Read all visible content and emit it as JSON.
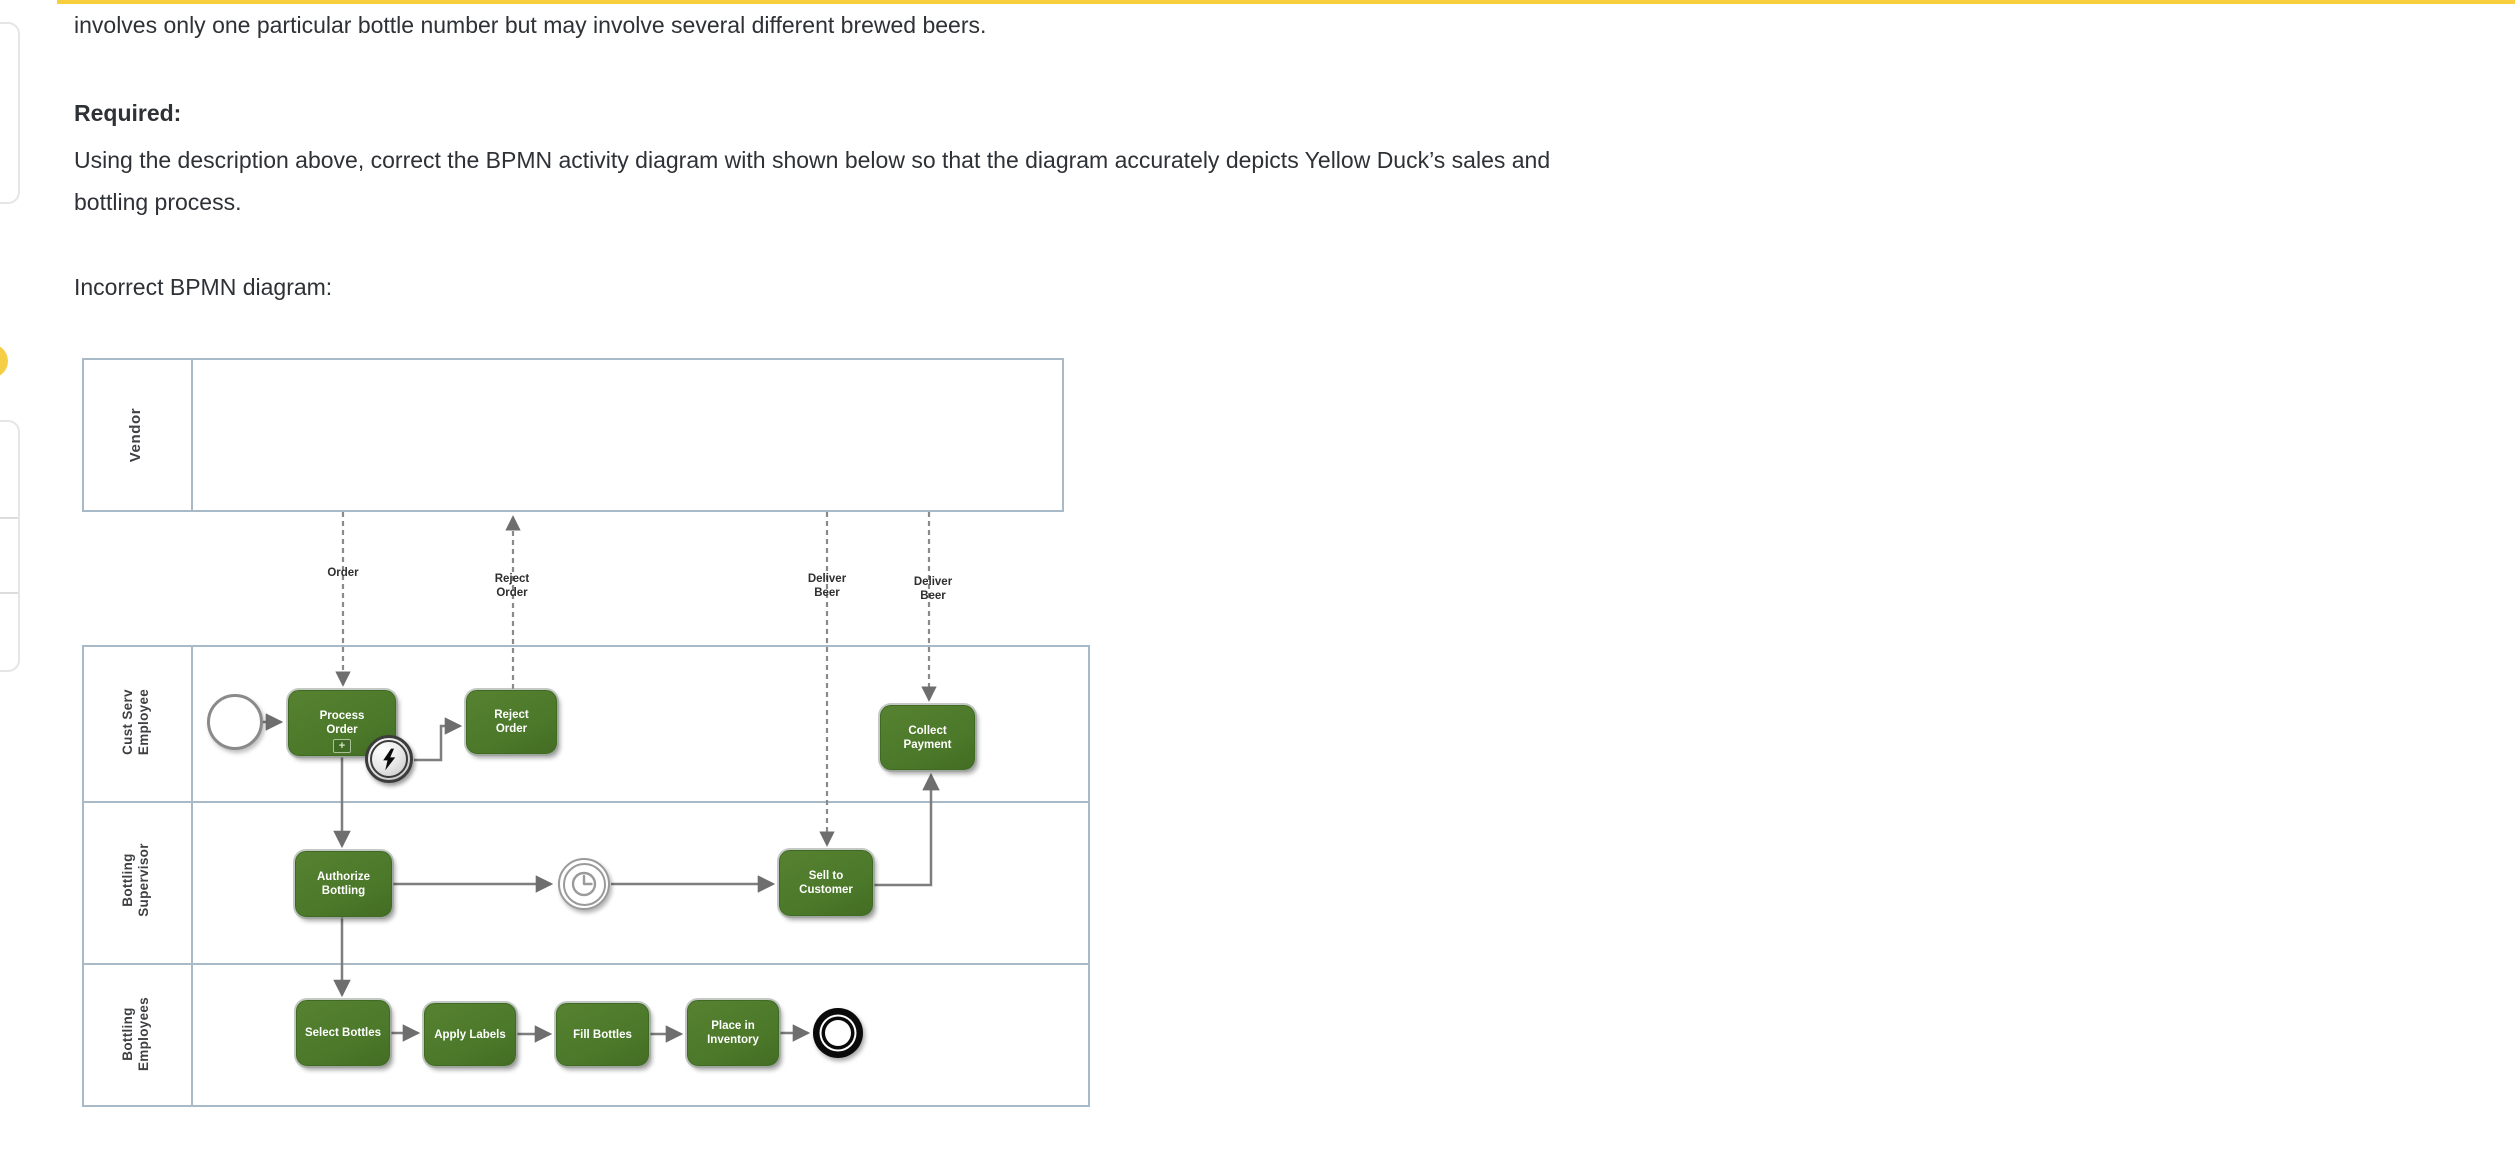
{
  "page": {
    "intro_line": "involves only one particular bottle number but may involve several different brewed beers.",
    "required_heading": "Required:",
    "required_line1": "Using the description above, correct the BPMN activity diagram with shown below so that the diagram accurately depicts Yellow Duck’s sales and",
    "required_line2": "bottling process.",
    "diagram_caption": "Incorrect BPMN diagram:"
  },
  "diagram": {
    "pools": {
      "vendor": {
        "label": "Vendor"
      },
      "main": {
        "lanes": [
          {
            "label": "Cust Serv\nEmployee"
          },
          {
            "label": "Bottling\nSupervisor"
          },
          {
            "label": "Bottling\nEmployees"
          }
        ]
      }
    },
    "tasks": {
      "process_order": {
        "label": "Process\nOrder",
        "subprocess_marker": "+"
      },
      "reject_order": {
        "label": "Reject\nOrder"
      },
      "collect_payment": {
        "label": "Collect\nPayment"
      },
      "authorize_bottling": {
        "label": "Authorize\nBottling"
      },
      "sell_to_customer": {
        "label": "Sell to\nCustomer"
      },
      "select_bottles": {
        "label": "Select Bottles"
      },
      "apply_labels": {
        "label": "Apply Labels"
      },
      "fill_bottles": {
        "label": "Fill Bottles"
      },
      "place_in_inventory": {
        "label": "Place in\nInventory"
      }
    },
    "events": {
      "start": "start-event",
      "error_boundary": "error-boundary-event",
      "timer": "timer-intermediate-event",
      "end": "end-event"
    },
    "message_flows": {
      "order": {
        "label": "Order"
      },
      "reject_order": {
        "label": "Reject\nOrder"
      },
      "deliver_beer_1": {
        "label": "Deliver\nBeer"
      },
      "deliver_beer_2": {
        "label": "Deliver\nBeer"
      }
    }
  },
  "colors": {
    "accent_yellow": "#F6CE3E",
    "task_green": "#4B7829",
    "lane_border": "#A8BAC7",
    "flow_gray": "#7E7E7E",
    "text": "#2E3135"
  }
}
